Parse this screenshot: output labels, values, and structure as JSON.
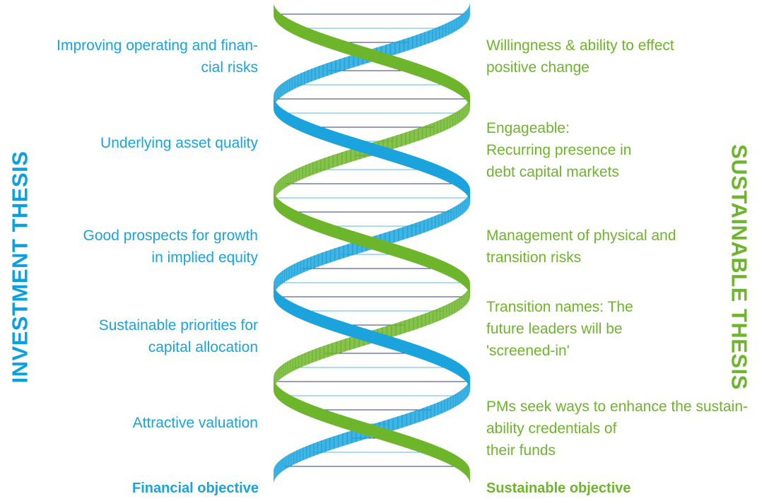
{
  "side_titles": {
    "left": "INVESTMENT THESIS",
    "right": "SUSTAINABLE THESIS"
  },
  "colors": {
    "blue": "#1AA3DC",
    "green": "#6DB52B",
    "rung": "#2C3E7B"
  },
  "left_items": [
    {
      "text": "Improving operating and finan-\ncial risks"
    },
    {
      "text": "Underlying asset quality"
    },
    {
      "text": "Good prospects for growth\nin implied equity"
    },
    {
      "text": "Sustainable priorities for\ncapital allocation"
    },
    {
      "text": "Attractive valuation"
    }
  ],
  "right_items": [
    {
      "text": "Willingness & ability to effect\npositive change"
    },
    {
      "text": "Engageable:\nRecurring presence in\ndebt capital markets"
    },
    {
      "text": "Management of physical and\ntransition risks"
    },
    {
      "text": "Transition names:  The\nfuture leaders will be\n'screened-in'"
    },
    {
      "text": "PMs seek ways to enhance the sustain-\nability credentials of\ntheir funds"
    }
  ],
  "footer": {
    "left": "Financial objective",
    "right": "Sustainable objective"
  }
}
